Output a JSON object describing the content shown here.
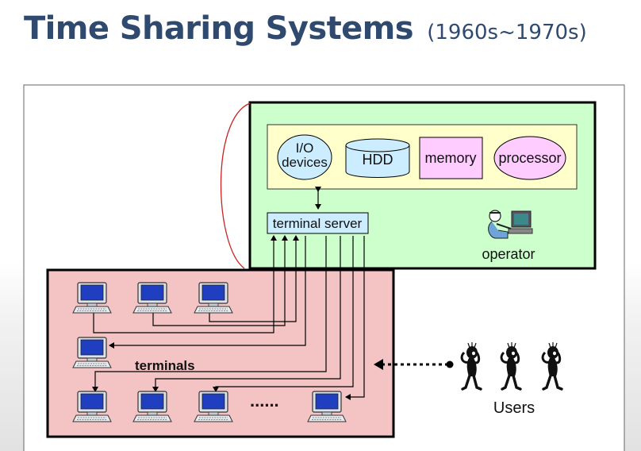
{
  "slide": {
    "title": "Time Sharing Systems",
    "subtitle": "(1960s~1970s)"
  },
  "diagram": {
    "components": [
      {
        "id": "io",
        "label_lines": [
          "I/O",
          "devices"
        ]
      },
      {
        "id": "hdd",
        "label": "HDD"
      },
      {
        "id": "memory",
        "label": "memory"
      },
      {
        "id": "processor",
        "label": "processor"
      }
    ],
    "terminal_server": "terminal server",
    "operator": "operator",
    "terminals": "terminals",
    "ellipsis": "......",
    "users": "Users"
  },
  "colors": {
    "title": "#2f4a6e",
    "system_panel": "#ccffcc",
    "components_bar": "#ffffcc",
    "io_devices": "#ccecff",
    "memory": "#ffccff",
    "processor": "#ffccff",
    "terminal_server": "#ccecff",
    "terminals_panel": "#f4c4c4",
    "terminal_screen": "#1f3fc0",
    "curve": "#cc2222"
  },
  "icons": [
    "monitor-terminal-icon",
    "operator-at-computer-icon",
    "user-figure-icon"
  ]
}
